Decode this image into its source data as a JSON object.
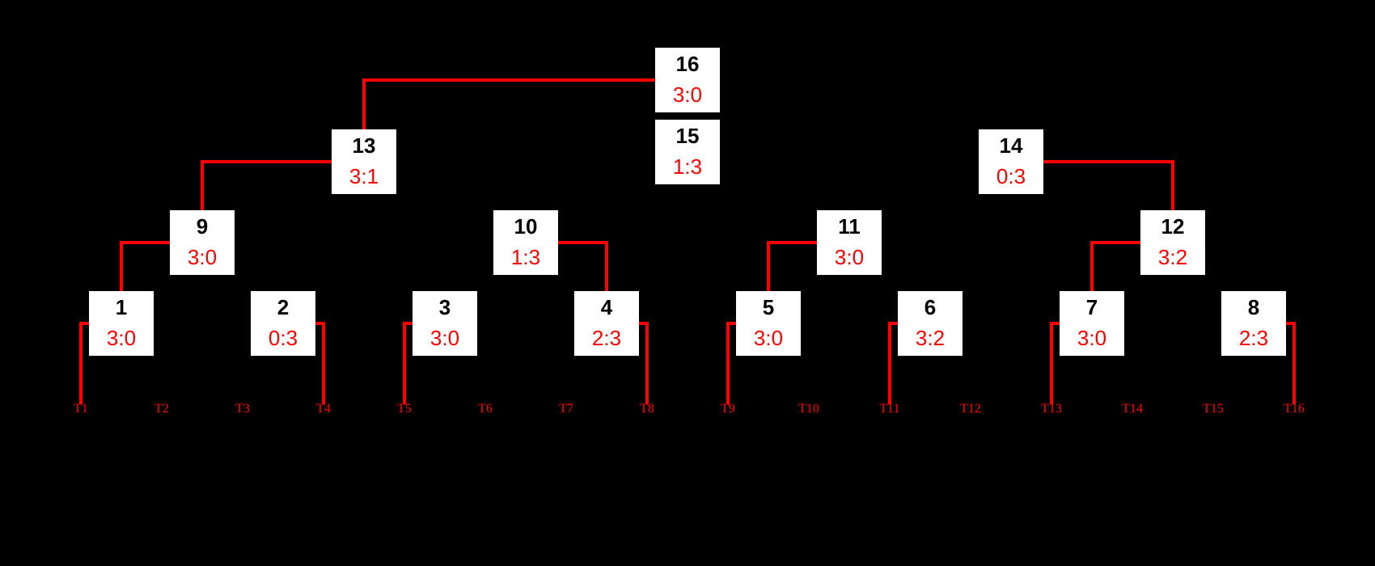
{
  "colors": {
    "background": "#000000",
    "line": "#ff0000",
    "box_fill": "#ffffff",
    "match_number": "#000000",
    "score": "#ff0000",
    "team_label": "#ff0000"
  },
  "matches": [
    {
      "id": "1",
      "score": "3:0"
    },
    {
      "id": "2",
      "score": "0:3"
    },
    {
      "id": "3",
      "score": "3:0"
    },
    {
      "id": "4",
      "score": "2:3"
    },
    {
      "id": "5",
      "score": "3:0"
    },
    {
      "id": "6",
      "score": "3:2"
    },
    {
      "id": "7",
      "score": "3:0"
    },
    {
      "id": "8",
      "score": "2:3"
    },
    {
      "id": "9",
      "score": "3:0"
    },
    {
      "id": "10",
      "score": "1:3"
    },
    {
      "id": "11",
      "score": "3:0"
    },
    {
      "id": "12",
      "score": "3:2"
    },
    {
      "id": "13",
      "score": "3:1"
    },
    {
      "id": "14",
      "score": "0:3"
    },
    {
      "id": "15",
      "score": "1:3"
    },
    {
      "id": "16",
      "score": "3:0"
    }
  ],
  "teams": [
    "T1",
    "T2",
    "T3",
    "T4",
    "T5",
    "T6",
    "T7",
    "T8",
    "T9",
    "T10",
    "T11",
    "T12",
    "T13",
    "T14",
    "T15",
    "T16"
  ],
  "connectors": [
    {
      "from": "T1",
      "to": "match 1"
    },
    {
      "from": "T4",
      "to": "match 2"
    },
    {
      "from": "T5",
      "to": "match 3"
    },
    {
      "from": "T8",
      "to": "match 4"
    },
    {
      "from": "T9",
      "to": "match 5"
    },
    {
      "from": "T11",
      "to": "match 6"
    },
    {
      "from": "T13",
      "to": "match 7"
    },
    {
      "from": "T16",
      "to": "match 8"
    },
    {
      "from": "match 1",
      "to": "match 9"
    },
    {
      "from": "match 4",
      "to": "match 10"
    },
    {
      "from": "match 5",
      "to": "match 11"
    },
    {
      "from": "match 7",
      "to": "match 12"
    },
    {
      "from": "match 9",
      "to": "match 13"
    },
    {
      "from": "match 12",
      "to": "match 14"
    },
    {
      "from": "match 13",
      "to": "match 16"
    }
  ]
}
